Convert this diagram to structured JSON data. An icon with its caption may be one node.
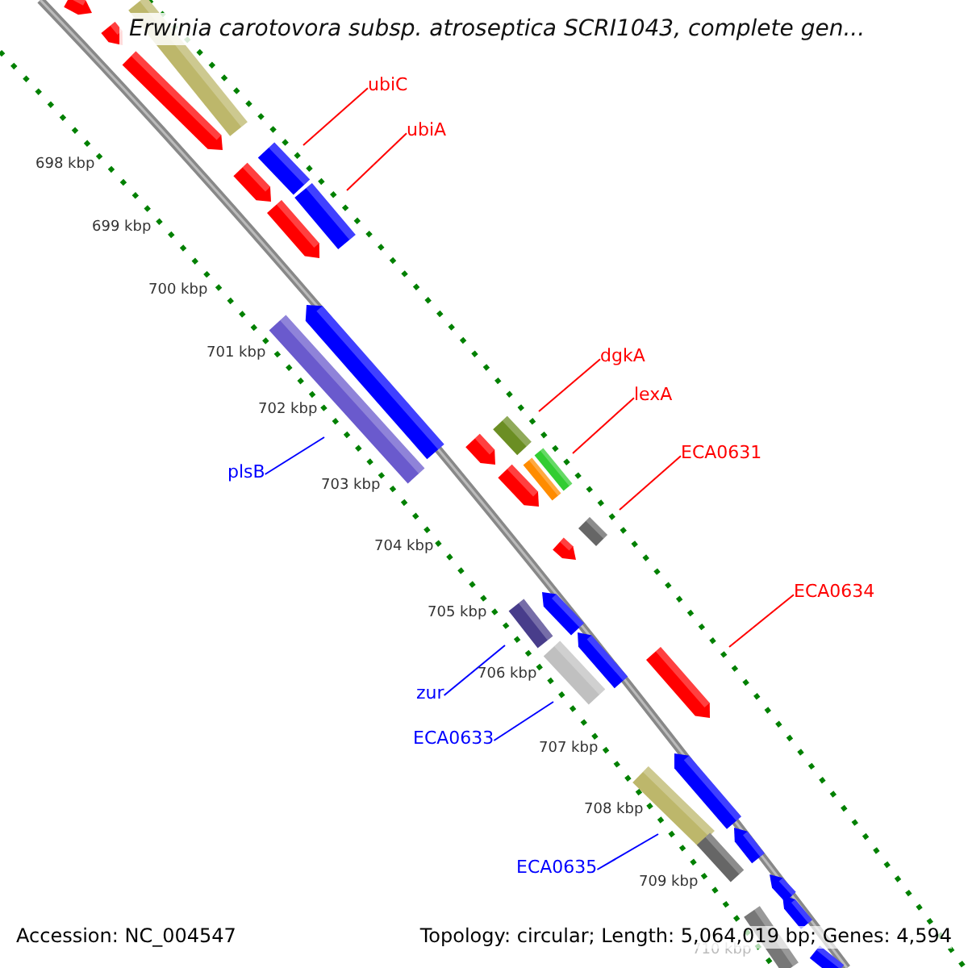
{
  "diagram": {
    "title": "Erwinia carotovora subsp. atroseptica SCRI1043, complete gen...",
    "nodes": [
      {
        "text": [
          "ubiC"
        ]
      },
      {
        "text": [
          "ubiA"
        ]
      },
      {
        "text": [
          "dgkA"
        ]
      },
      {
        "text": [
          "lexA"
        ]
      },
      {
        "text": [
          "ECA0631"
        ]
      },
      {
        "text": [
          "plsB"
        ]
      },
      {
        "text": [
          "ECA0634"
        ]
      },
      {
        "text": [
          "zur"
        ]
      },
      {
        "text": [
          "ECA0633"
        ]
      },
      {
        "text": [
          "ECA0635"
        ]
      }
    ],
    "edges": [
      {
        "from": 0,
        "to": null,
        "arrow": "none"
      },
      {
        "from": 1,
        "to": null,
        "arrow": "none"
      },
      {
        "from": 2,
        "to": null,
        "arrow": "none"
      },
      {
        "from": 3,
        "to": null,
        "arrow": "none"
      },
      {
        "from": 4,
        "to": null,
        "arrow": "none"
      },
      {
        "from": 5,
        "to": null,
        "arrow": "none",
        "color": "#0000ff"
      },
      {
        "from": 6,
        "to": null,
        "arrow": "none"
      },
      {
        "from": 7,
        "to": null,
        "arrow": "none",
        "color": "#0000ff"
      },
      {
        "from": 8,
        "to": null,
        "arrow": "none",
        "color": "#0000ff"
      },
      {
        "from": 9,
        "to": null,
        "arrow": "none",
        "color": "#0000ff"
      }
    ],
    "labels": [
      "698 kbp",
      "699 kbp",
      "700 kbp",
      "701 kbp",
      "702 kbp",
      "703 kbp",
      "704 kbp",
      "705 kbp",
      "706 kbp",
      "707 kbp",
      "708 kbp",
      "709 kbp",
      "710 kbp",
      "Accession: NC_004547",
      "Topology: circular; Length: 5,064,019 bp; Genes: 4,594"
    ]
  }
}
